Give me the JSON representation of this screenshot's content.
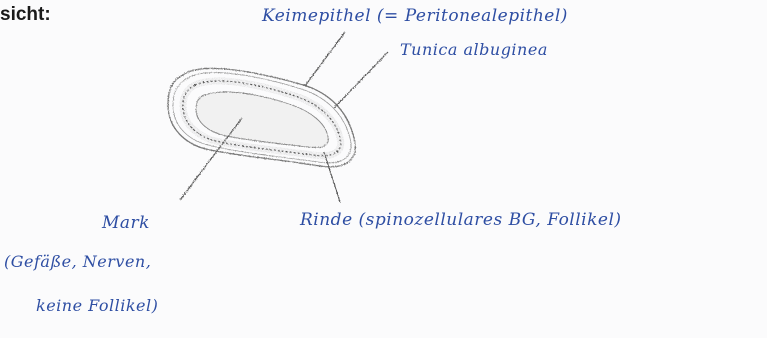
{
  "page": {
    "heading": "sicht:"
  },
  "diagram": {
    "labels": {
      "keimepithel": "Keimepithel (= Peritonealepithel)",
      "tunica": "Tunica albuginea",
      "mark": "Mark",
      "mark_detail_1": "(Gefäße, Nerven,",
      "mark_detail_2": "keine Follikel)",
      "rinde": "Rinde (spinozellulares BG, Follikel)"
    },
    "colors": {
      "ink_blue": "#2e4ea3",
      "pencil_gray": "#7a7a7a",
      "pencil_dark": "#5a5a5a",
      "heading_black": "#1a1a1a"
    }
  }
}
